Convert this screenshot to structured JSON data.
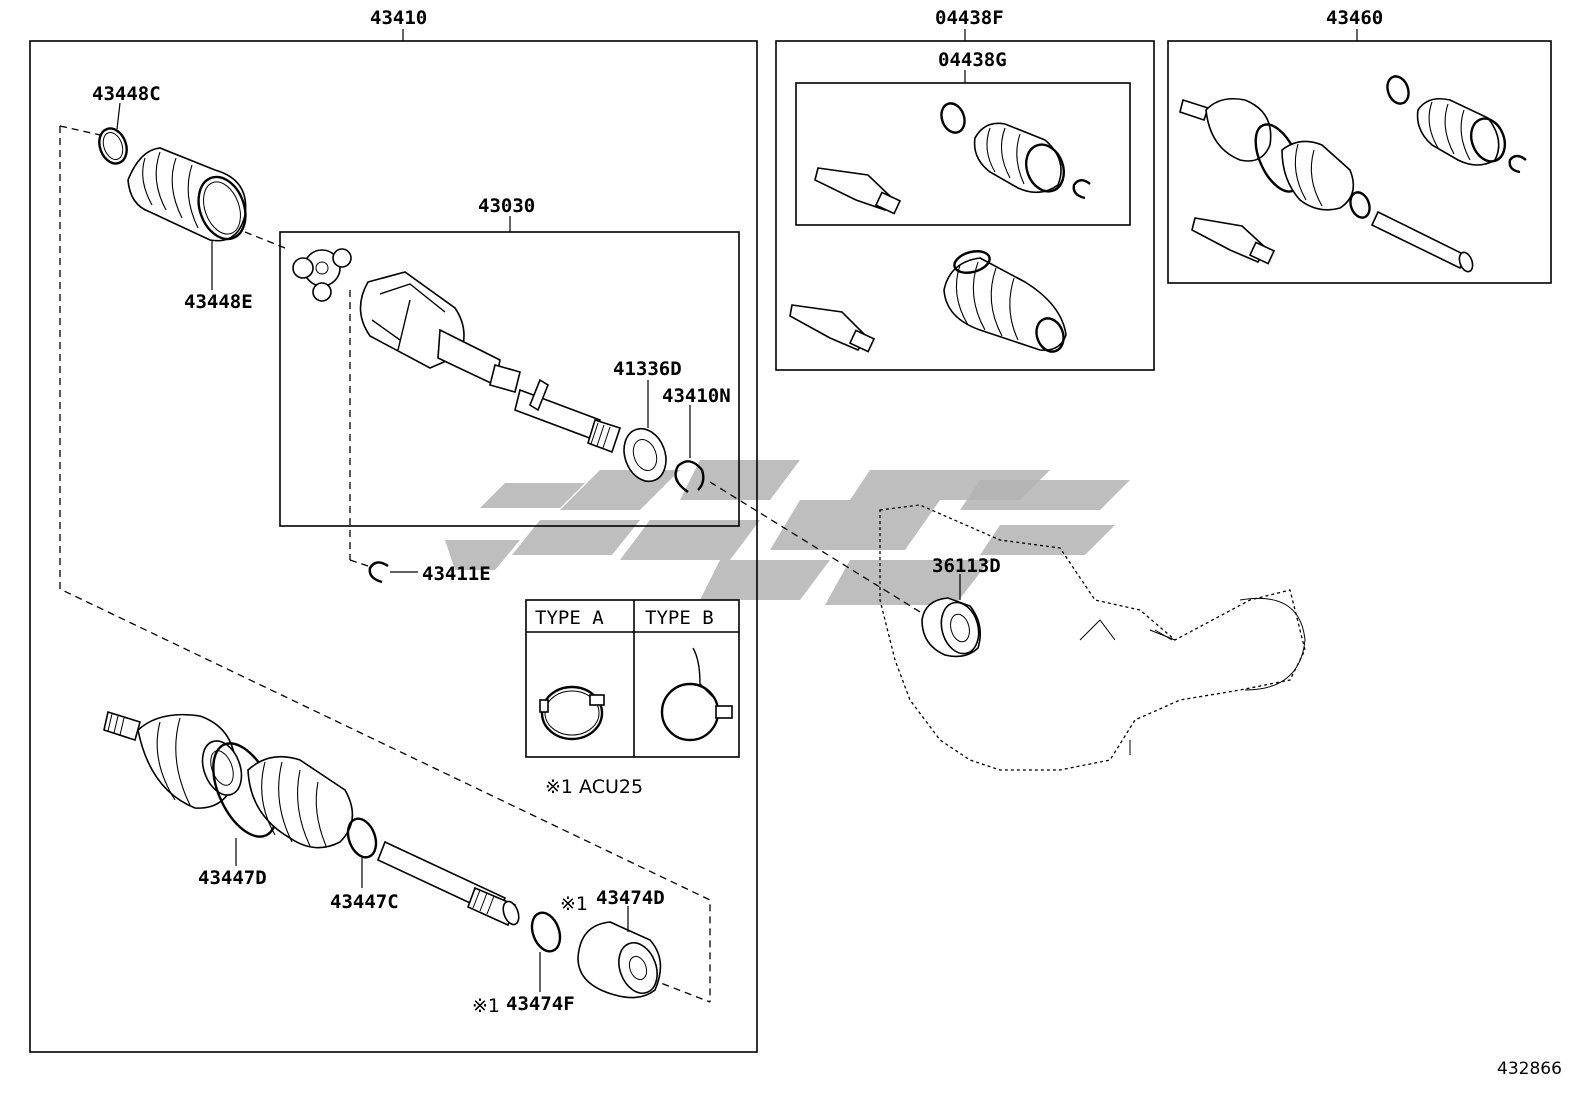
{
  "assemblies": {
    "main_assembly": "43410",
    "boot_kit_outer": "04438F",
    "boot_kit_inner": "04438G",
    "shaft_assembly": "43460",
    "inner_joint_assembly": "43030"
  },
  "parts": {
    "outer_clamp": "43448C",
    "outer_boot": "43448E",
    "dust_deflector": "41336D",
    "snap_ring_inner": "43410N",
    "snap_ring_shaft": "43411E",
    "inner_boot": "43447D",
    "inner_clamp": "43447C",
    "damper_weight": "43474D",
    "damper_clamp": "43474F",
    "differential_oil_seal": "36113D"
  },
  "type_table": {
    "type_a": "TYPE A",
    "type_b": "TYPE B"
  },
  "notes": {
    "footnote": "※1 ACU25",
    "ref_mark_1": "※1",
    "ref_mark_2": "※1"
  },
  "diagram_id": "432866"
}
